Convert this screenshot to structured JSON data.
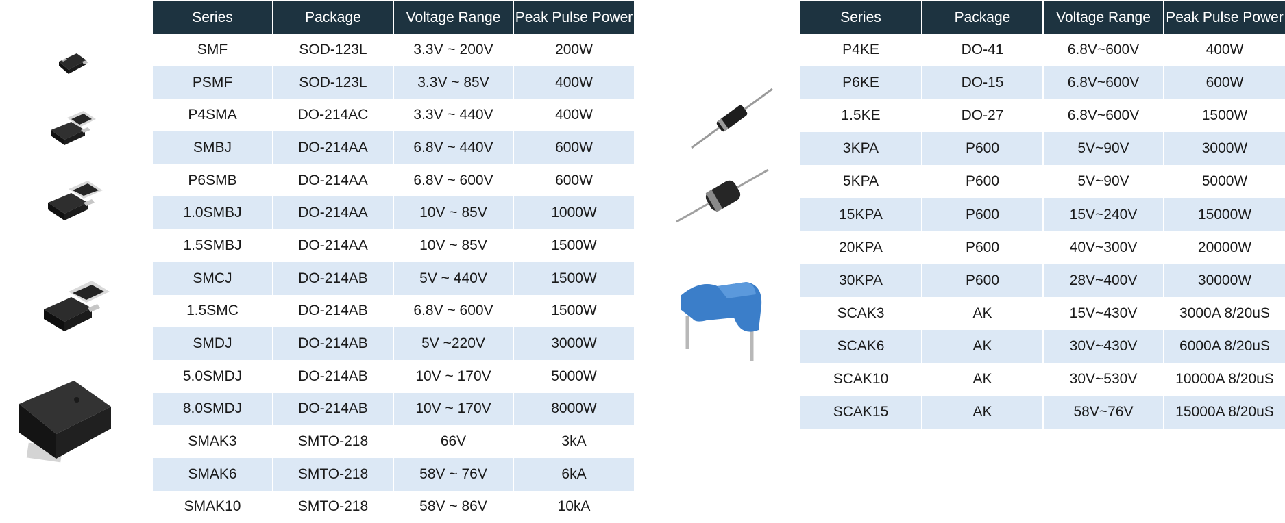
{
  "headers": [
    "Series",
    "Package",
    "Voltage Range",
    "Peak Pulse Power"
  ],
  "left_rows": [
    [
      "SMF",
      "SOD-123L",
      "3.3V ~ 200V",
      "200W"
    ],
    [
      "PSMF",
      "SOD-123L",
      "3.3V ~ 85V",
      "400W"
    ],
    [
      "P4SMA",
      "DO-214AC",
      "3.3V ~ 440V",
      "400W"
    ],
    [
      "SMBJ",
      "DO-214AA",
      "6.8V ~ 440V",
      "600W"
    ],
    [
      "P6SMB",
      "DO-214AA",
      "6.8V ~ 600V",
      "600W"
    ],
    [
      "1.0SMBJ",
      "DO-214AA",
      "10V ~ 85V",
      "1000W"
    ],
    [
      "1.5SMBJ",
      "DO-214AA",
      "10V ~ 85V",
      "1500W"
    ],
    [
      "SMCJ",
      "DO-214AB",
      "5V ~ 440V",
      "1500W"
    ],
    [
      "1.5SMC",
      "DO-214AB",
      "6.8V ~ 600V",
      "1500W"
    ],
    [
      "SMDJ",
      "DO-214AB",
      "5V ~220V",
      "3000W"
    ],
    [
      "5.0SMDJ",
      "DO-214AB",
      "10V ~ 170V",
      "5000W"
    ],
    [
      "8.0SMDJ",
      "DO-214AB",
      "10V ~ 170V",
      "8000W"
    ],
    [
      "SMAK3",
      "SMTO-218",
      "66V",
      "3kA"
    ],
    [
      "SMAK6",
      "SMTO-218",
      "58V ~ 76V",
      "6kA"
    ],
    [
      "SMAK10",
      "SMTO-218",
      "58V ~ 86V",
      "10kA"
    ]
  ],
  "right_rows": [
    [
      "P4KE",
      "DO-41",
      "6.8V~600V",
      "400W"
    ],
    [
      "P6KE",
      "DO-15",
      "6.8V~600V",
      "600W"
    ],
    [
      "1.5KE",
      "DO-27",
      "6.8V~600V",
      "1500W"
    ],
    [
      "3KPA",
      "P600",
      "5V~90V",
      "3000W"
    ],
    [
      "5KPA",
      "P600",
      "5V~90V",
      "5000W"
    ],
    [
      "15KPA",
      "P600",
      "15V~240V",
      "15000W"
    ],
    [
      "20KPA",
      "P600",
      "40V~300V",
      "20000W"
    ],
    [
      "30KPA",
      "P600",
      "28V~400V",
      "30000W"
    ],
    [
      "SCAK3",
      "AK",
      "15V~430V",
      "3000A 8/20uS"
    ],
    [
      "SCAK6",
      "AK",
      "30V~430V",
      "6000A 8/20uS"
    ],
    [
      "SCAK10",
      "AK",
      "30V~530V",
      "10000A 8/20uS"
    ],
    [
      "SCAK15",
      "AK",
      "58V~76V",
      "15000A 8/20uS"
    ]
  ],
  "colors": {
    "header_bg": "#1d3340",
    "stripe_bg": "#dce8f5",
    "component_black": "#1e1e1e",
    "component_blue": "#3b7ec9"
  },
  "images": [
    "sod123-package-photo",
    "sma-package-photo",
    "smb-package-photo",
    "smc-package-photo",
    "smto218-package-photo",
    "axial-diode-photo",
    "p600-diode-photo",
    "blue-varistor-photo"
  ]
}
